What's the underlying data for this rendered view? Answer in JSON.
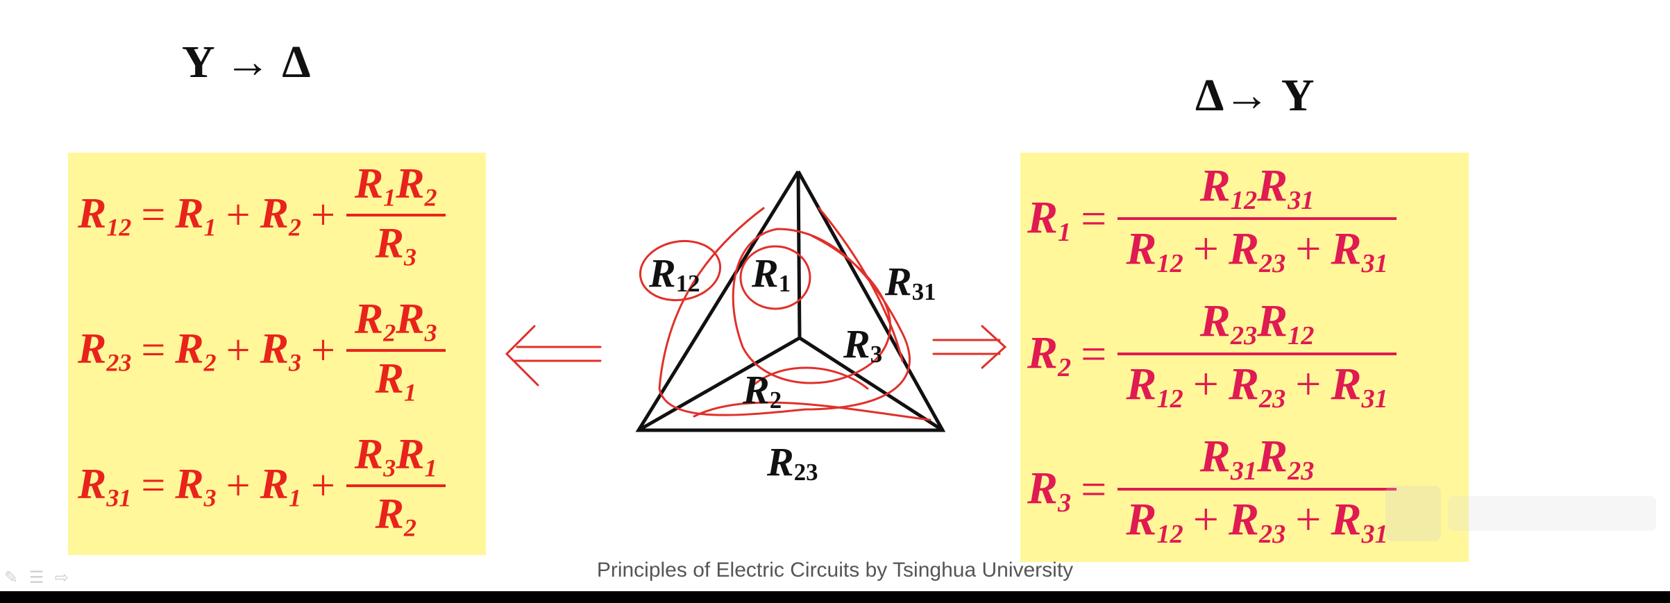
{
  "titles": {
    "left": "Y → Δ",
    "right": "Δ→ Y"
  },
  "left_equations": [
    {
      "lhs": "R",
      "lhs_sub": "12",
      "a": "R",
      "a_sub": "1",
      "b": "R",
      "b_sub": "2",
      "num1_sub": "1",
      "num2_sub": "2",
      "den_sub": "3"
    },
    {
      "lhs": "R",
      "lhs_sub": "23",
      "a": "R",
      "a_sub": "2",
      "b": "R",
      "b_sub": "3",
      "num1_sub": "2",
      "num2_sub": "3",
      "den_sub": "1"
    },
    {
      "lhs": "R",
      "lhs_sub": "31",
      "a": "R",
      "a_sub": "3",
      "b": "R",
      "b_sub": "1",
      "num1_sub": "3",
      "num2_sub": "1",
      "den_sub": "2"
    }
  ],
  "right_equations": [
    {
      "lhs_sub": "1",
      "num1_sub": "12",
      "num2_sub": "31",
      "den": [
        "12",
        "23",
        "31"
      ]
    },
    {
      "lhs_sub": "2",
      "num1_sub": "23",
      "num2_sub": "12",
      "den": [
        "12",
        "23",
        "31"
      ]
    },
    {
      "lhs_sub": "3",
      "num1_sub": "31",
      "num2_sub": "23",
      "den": [
        "12",
        "23",
        "31"
      ]
    }
  ],
  "diagram_labels": {
    "r12": "12",
    "r1": "1",
    "r31": "31",
    "r3": "3",
    "r2": "2",
    "r23": "23",
    "symbol": "R"
  },
  "footer": "Principles of Electric Circuits by Tsinghua University",
  "colors": {
    "box": "#fff79a",
    "left_formula": "#e8231c",
    "right_formula": "#e01a52",
    "annotation": "#e0302a"
  },
  "icons": [
    "pen-icon",
    "menu-icon",
    "next-arrow-icon"
  ]
}
